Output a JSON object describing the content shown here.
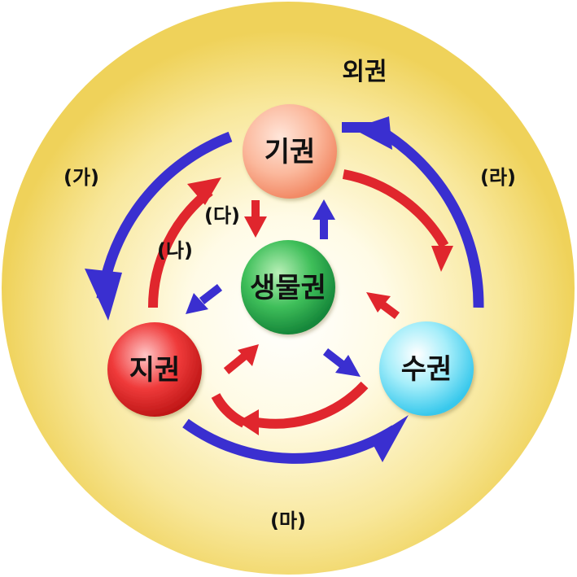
{
  "outer": {
    "label": "외권"
  },
  "spheres": {
    "atmosphere": {
      "label": "기권"
    },
    "biosphere": {
      "label": "생물권"
    },
    "geosphere": {
      "label": "지권"
    },
    "hydrosphere": {
      "label": "수권"
    }
  },
  "arrow_labels": {
    "ga": "(가)",
    "na": "(나)",
    "da": "(다)",
    "ra": "(라)",
    "ma": "(마)"
  },
  "colors": {
    "outer_glow": "#f4dd73",
    "outer_center": "#fffbe8",
    "atmosphere": "#f8a487",
    "biosphere": "#2aa84a",
    "geosphere": "#e32b2b",
    "hydrosphere": "#4fd6f0",
    "blue_arrow": "#3a2fd0",
    "red_arrow": "#e0262d"
  }
}
